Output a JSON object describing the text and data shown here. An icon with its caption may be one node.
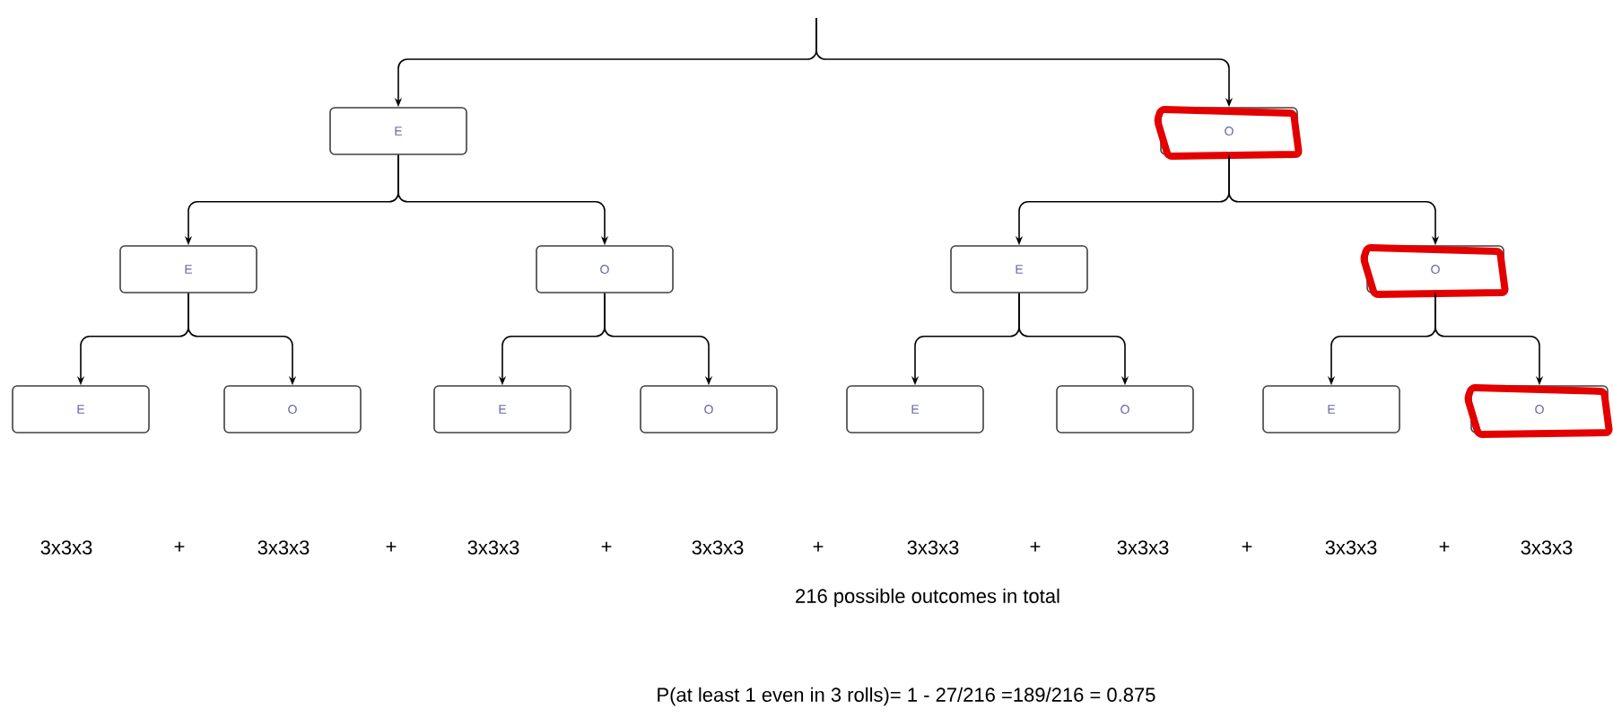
{
  "diagram": {
    "nodes": [
      {
        "text": [
          "E"
        ]
      },
      {
        "text": [
          "O"
        ]
      },
      {
        "text": [
          "E"
        ]
      },
      {
        "text": [
          "O"
        ]
      },
      {
        "text": [
          "E"
        ]
      },
      {
        "text": [
          "O"
        ]
      },
      {
        "text": [
          "E"
        ]
      },
      {
        "text": [
          "O"
        ]
      },
      {
        "text": [
          "E"
        ]
      },
      {
        "text": [
          "O"
        ]
      },
      {
        "text": [
          "E"
        ]
      },
      {
        "text": [
          "O"
        ]
      },
      {
        "text": [
          "E"
        ]
      },
      {
        "text": [
          "O"
        ]
      }
    ],
    "edges": [
      {
        "from": null,
        "to": 0,
        "arrow": "to"
      },
      {
        "from": null,
        "to": 1,
        "arrow": "to"
      },
      {
        "from": 0,
        "to": 2,
        "arrow": "to"
      },
      {
        "from": 0,
        "to": 3,
        "arrow": "to"
      },
      {
        "from": 1,
        "to": 4,
        "arrow": "to"
      },
      {
        "from": 1,
        "to": 5,
        "arrow": "to"
      },
      {
        "from": 2,
        "to": 6,
        "arrow": "to"
      },
      {
        "from": 2,
        "to": 7,
        "arrow": "to"
      },
      {
        "from": 3,
        "to": 8,
        "arrow": "to"
      },
      {
        "from": 3,
        "to": 9,
        "arrow": "to"
      },
      {
        "from": 4,
        "to": 10,
        "arrow": "to"
      },
      {
        "from": 4,
        "to": 11,
        "arrow": "to"
      },
      {
        "from": 5,
        "to": 12,
        "arrow": "to"
      },
      {
        "from": 5,
        "to": 13,
        "arrow": "to"
      }
    ],
    "labels": [
      "3x3x3",
      "+",
      "3x3x3",
      "+",
      "3x3x3",
      "+",
      "3x3x3",
      "+",
      "3x3x3",
      "+",
      "3x3x3",
      "+",
      "3x3x3",
      "+",
      "3x3x3",
      "216 possible outcomes in total",
      "P(at least 1 even in 3 rolls)= 1 - 27/216 =189/216 = 0.875"
    ]
  }
}
